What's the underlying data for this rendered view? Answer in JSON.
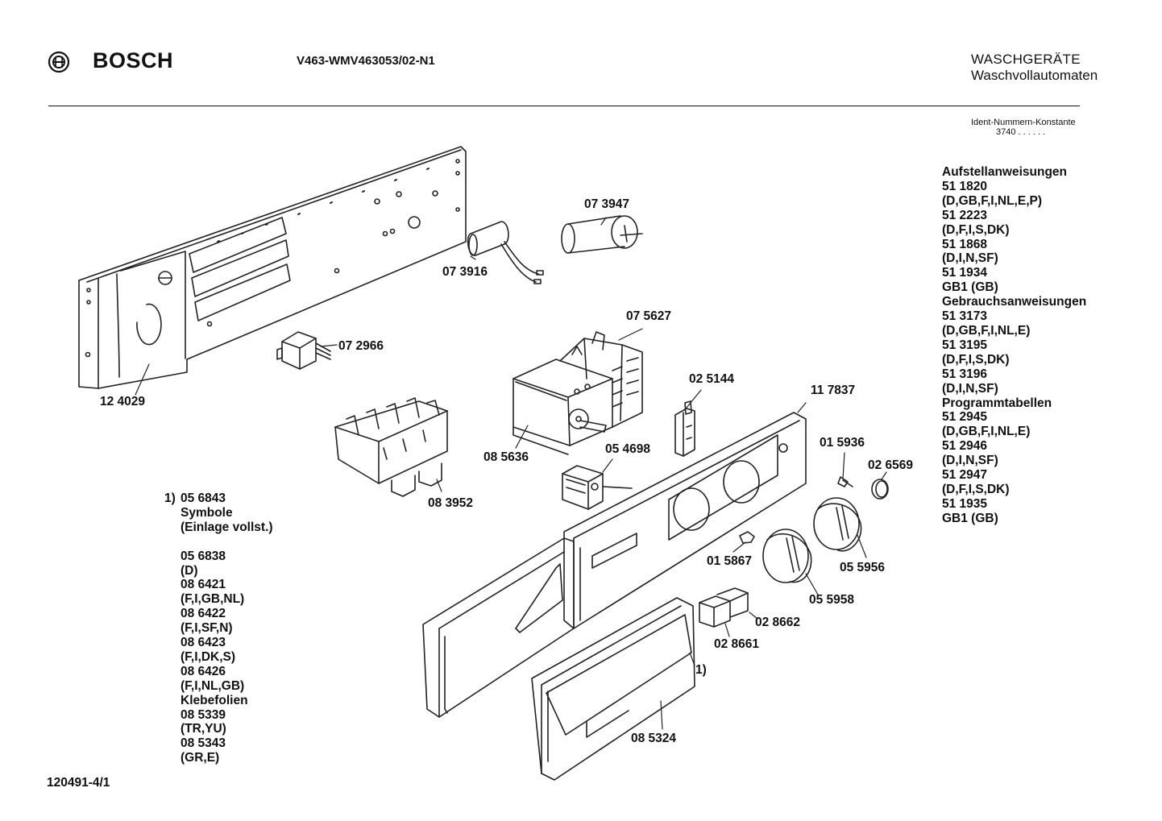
{
  "header": {
    "brand": "BOSCH",
    "model": "V463-WMV463053/02-N1",
    "category_line1": "WASCHGERÄTE",
    "category_line2": "Waschvollautomaten"
  },
  "ident": {
    "label": "Ident-Nummern-Konstante",
    "value": "3740  . .   . . . ."
  },
  "right_list": [
    "Aufstellanweisungen",
    "51 1820",
    "(D,GB,F,I,NL,E,P)",
    "51 2223",
    "(D,F,I,S,DK)",
    "51 1868",
    "(D,I,N,SF)",
    "51 1934",
    "GB1 (GB)",
    "Gebrauchsanweisungen",
    "51 3173",
    "(D,GB,F,I,NL,E)",
    "51 3195",
    "(D,F,I,S,DK)",
    "51 3196",
    "(D,I,N,SF)",
    "Programmtabellen",
    "51 2945",
    "(D,GB,F,I,NL,E)",
    "51 2946",
    "(D,I,N,SF)",
    "51 2947",
    "(D,F,I,S,DK)",
    "51 1935",
    "GB1 (GB)"
  ],
  "left_note": {
    "number": "1)",
    "group1": [
      "05 6843",
      "Symbole",
      "(Einlage vollst.)"
    ],
    "group2": [
      "05 6838",
      "(D)",
      "08 6421",
      "(F,I,GB,NL)",
      "08 6422",
      "(F,I,SF,N)",
      "08 6423",
      "(F,I,DK,S)",
      "08 6426",
      "(F,I,NL,GB)",
      "Klebefolien",
      "08 5339",
      "(TR,YU)",
      "08 5343",
      "(GR,E)"
    ]
  },
  "footer": "120491-4/1",
  "part_labels": {
    "p124029": "12 4029",
    "p073916": "07 3916",
    "p073947": "07 3947",
    "p072966": "07 2966",
    "p075627": "07 5627",
    "p025144": "02 5144",
    "p117837": "11 7837",
    "p085636": "08 5636",
    "p054698": "05 4698",
    "p083952": "08 3952",
    "p015936": "01 5936",
    "p026569": "02 6569",
    "p015867": "01 5867",
    "p055956": "05 5956",
    "p055958": "05 5958",
    "p028662": "02 8662",
    "p028661": "02 8661",
    "p085324": "08 5324",
    "note_ref": "1)"
  }
}
